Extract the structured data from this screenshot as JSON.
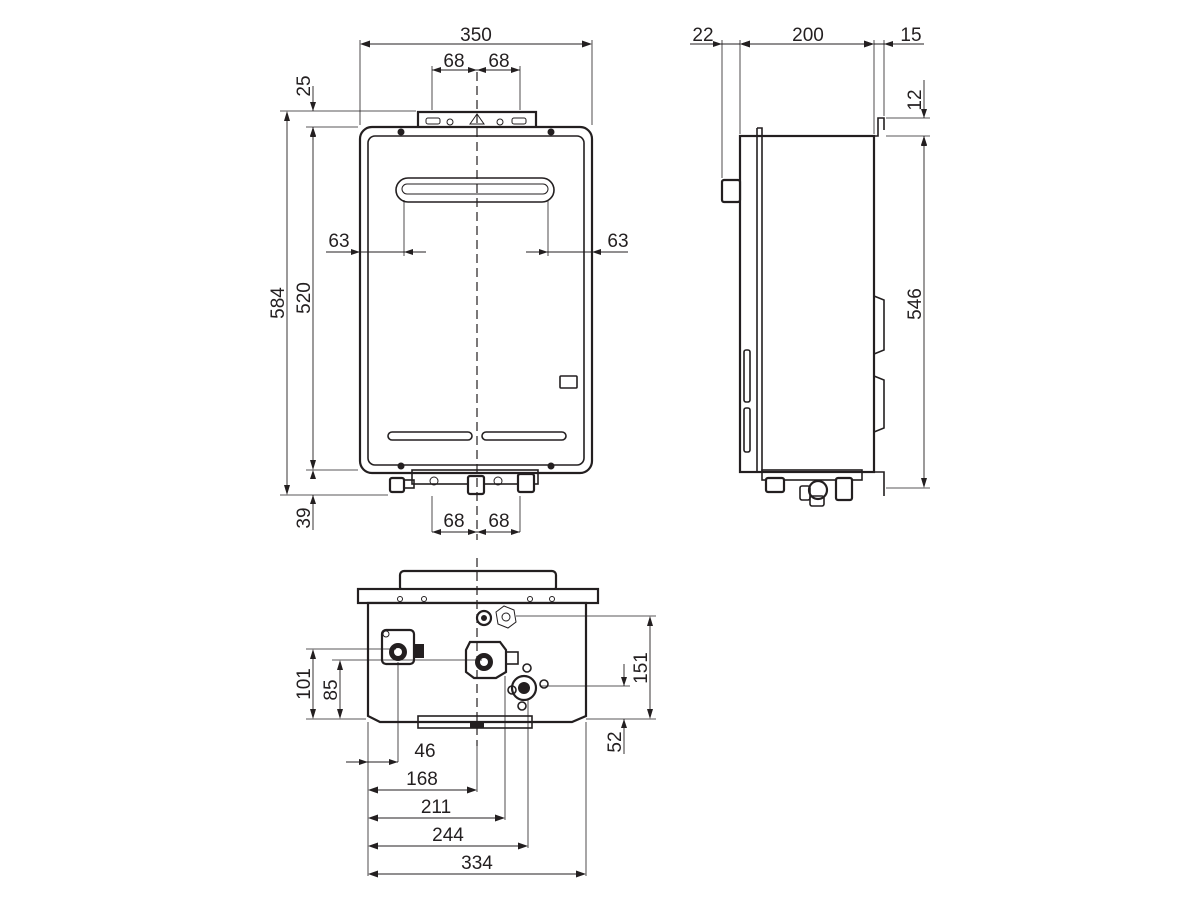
{
  "views": {
    "front": {
      "width": "350",
      "bracket_top_left": "68",
      "bracket_top_right": "68",
      "top_offset": "25",
      "overall_height": "584",
      "body_height": "520",
      "bottom_offset": "39",
      "bottom_left": "68",
      "bottom_right": "68",
      "side_left": "63",
      "side_right": "63"
    },
    "side": {
      "standoff": "22",
      "depth": "200",
      "rear": "15",
      "top_offset": "12",
      "height": "546"
    },
    "bottom": {
      "dim_101": "101",
      "dim_85": "85",
      "dim_151": "151",
      "dim_52": "52",
      "dim_46": "46",
      "dim_168": "168",
      "dim_211": "211",
      "dim_244": "244",
      "dim_334": "334"
    }
  },
  "colors": {
    "line": "#231f20",
    "background": "#ffffff"
  }
}
